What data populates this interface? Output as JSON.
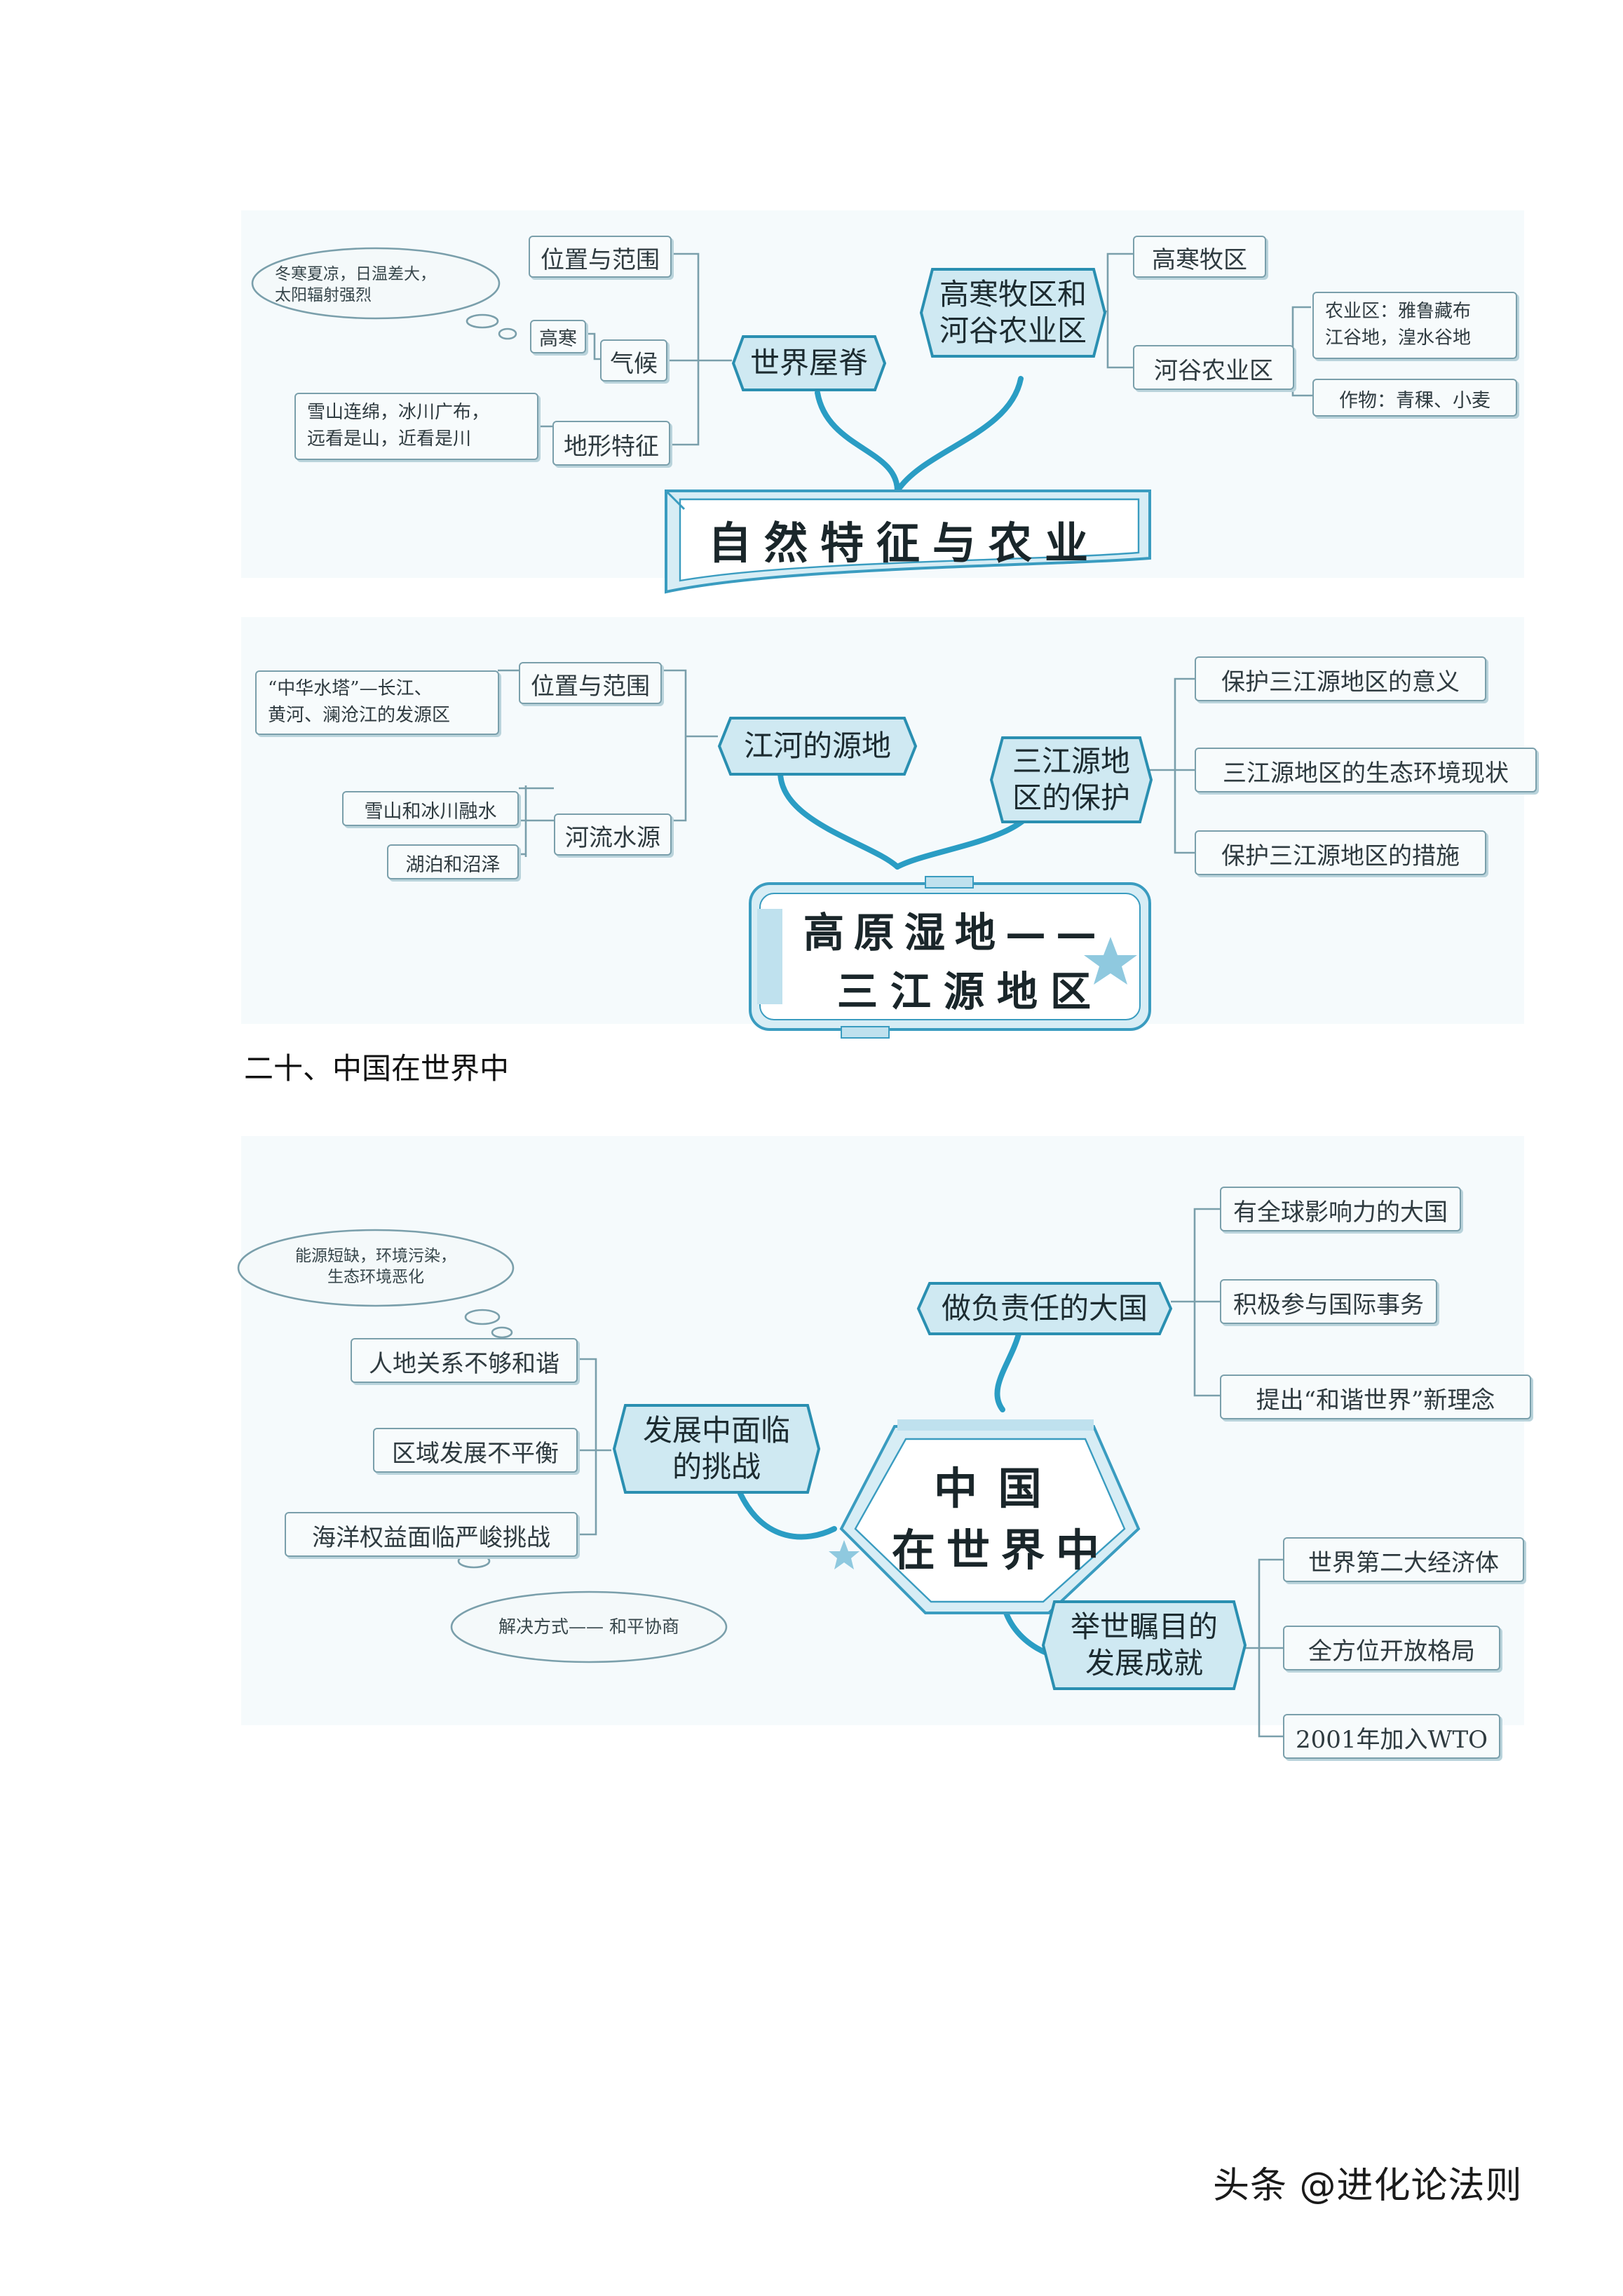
{
  "section1": {
    "title": "自然特征与农业",
    "left_branch": {
      "label": "世界屋脊",
      "items": [
        "位置与范围",
        "气候",
        "地形特征"
      ],
      "climate_sub": "高寒",
      "climate_note": [
        "冬寒夏凉，日温差大，",
        "太阳辐射强烈"
      ],
      "terrain_note": [
        "雪山连绵，冰川广布，",
        "远看是山，近看是川"
      ]
    },
    "right_branch": {
      "label_lines": [
        "高寒牧区和",
        "河谷农业区"
      ],
      "items": [
        "高寒牧区",
        "河谷农业区"
      ],
      "farm_area": [
        "农业区：雅鲁藏布",
        "江谷地，湟水谷地"
      ],
      "crops": "作物：青稞、小麦"
    }
  },
  "section2": {
    "title_lines": [
      "高原湿地——",
      "三江源地区"
    ],
    "left_branch": {
      "label": "江河的源地",
      "items": [
        "位置与范围",
        "河流水源"
      ],
      "location_note": [
        "“中华水塔”—长江、",
        "黄河、澜沧江的发源区"
      ],
      "water_sources": [
        "雪山和冰川融水",
        "湖泊和沼泽"
      ]
    },
    "right_branch": {
      "label_lines": [
        "三江源地",
        "区的保护"
      ],
      "items": [
        "保护三江源地区的意义",
        "三江源地区的生态环境现状",
        "保护三江源地区的措施"
      ]
    }
  },
  "heading": "二十、中国在世界中",
  "section3": {
    "title_lines": [
      "中 国",
      "在世界中"
    ],
    "top_branch": {
      "label": "做负责任的大国",
      "items": [
        "有全球影响力的大国",
        "积极参与国际事务",
        "提出“和谐世界”新理念"
      ]
    },
    "left_branch": {
      "label_lines": [
        "发展中面临",
        "的挑战"
      ],
      "items": [
        "人地关系不够和谐",
        "区域发展不平衡",
        "海洋权益面临严峻挑战"
      ],
      "note_top": [
        "能源短缺，环境污染，",
        "生态环境恶化"
      ],
      "note_bottom": "解决方式—— 和平协商"
    },
    "right_branch": {
      "label_lines": [
        "举世瞩目的",
        "发展成就"
      ],
      "items": [
        "世界第二大经济体",
        "全方位开放格局",
        "2001年加入WTO"
      ]
    }
  },
  "watermark": "头条 @进化论法则",
  "colors": {
    "line": "#7a9fab",
    "node_fill": "#cfe9f2",
    "node_stroke": "#2a8fb1",
    "curve": "#2a9dc4",
    "panel": "#f5fafc"
  }
}
